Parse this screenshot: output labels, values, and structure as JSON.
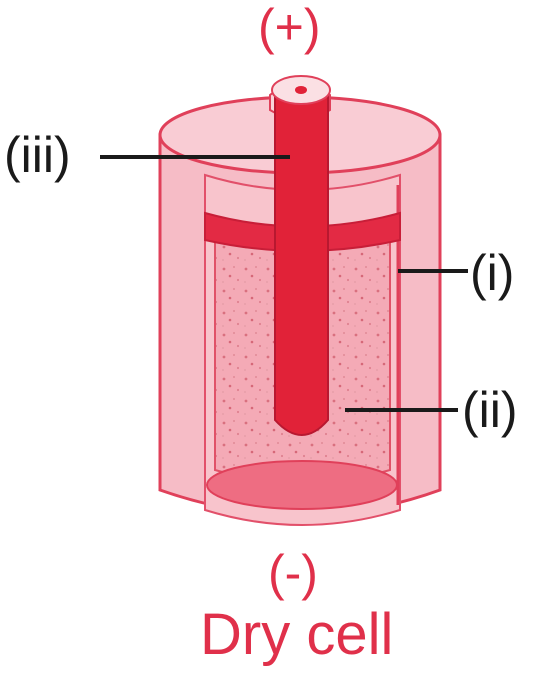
{
  "diagram": {
    "terminal_positive": "(+)",
    "terminal_negative": "(-)",
    "caption": "Dry cell",
    "parts": {
      "i": "(i)",
      "ii": "(ii)",
      "iii": "(iii)"
    }
  },
  "colors": {
    "label_red": "#e0304a",
    "case_fill": "#f6b4c0",
    "rod_fill": "#e0283c",
    "paste_fill": "#f3a6b2",
    "line_black": "#1a1a1a"
  }
}
